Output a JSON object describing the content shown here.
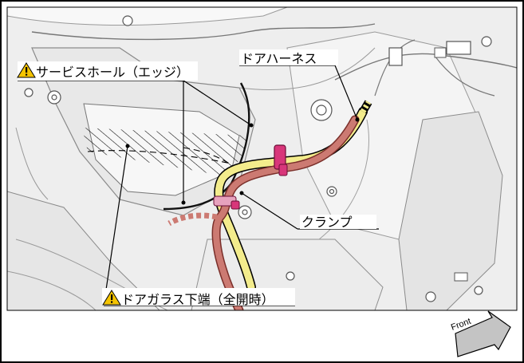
{
  "labels": {
    "service_hole": "サービスホール（エッジ）",
    "door_harness": "ドアハーネス",
    "clamp": "クランプ",
    "door_glass_bottom": "ドアガラス下端（全開時）",
    "front": "Front"
  },
  "icons": {
    "service_hole_warning": "warning-triangle-icon",
    "door_glass_warning": "warning-triangle-icon",
    "front_arrow": "arrow-right-icon"
  },
  "colors": {
    "warning_fill": "#f5c400",
    "harness_yellow": "#f3ec8c",
    "harness_pink": "#cc7a72",
    "clamp_magenta": "#d8367a",
    "line_art": "#8a8a8a",
    "frame_border": "#000000"
  }
}
